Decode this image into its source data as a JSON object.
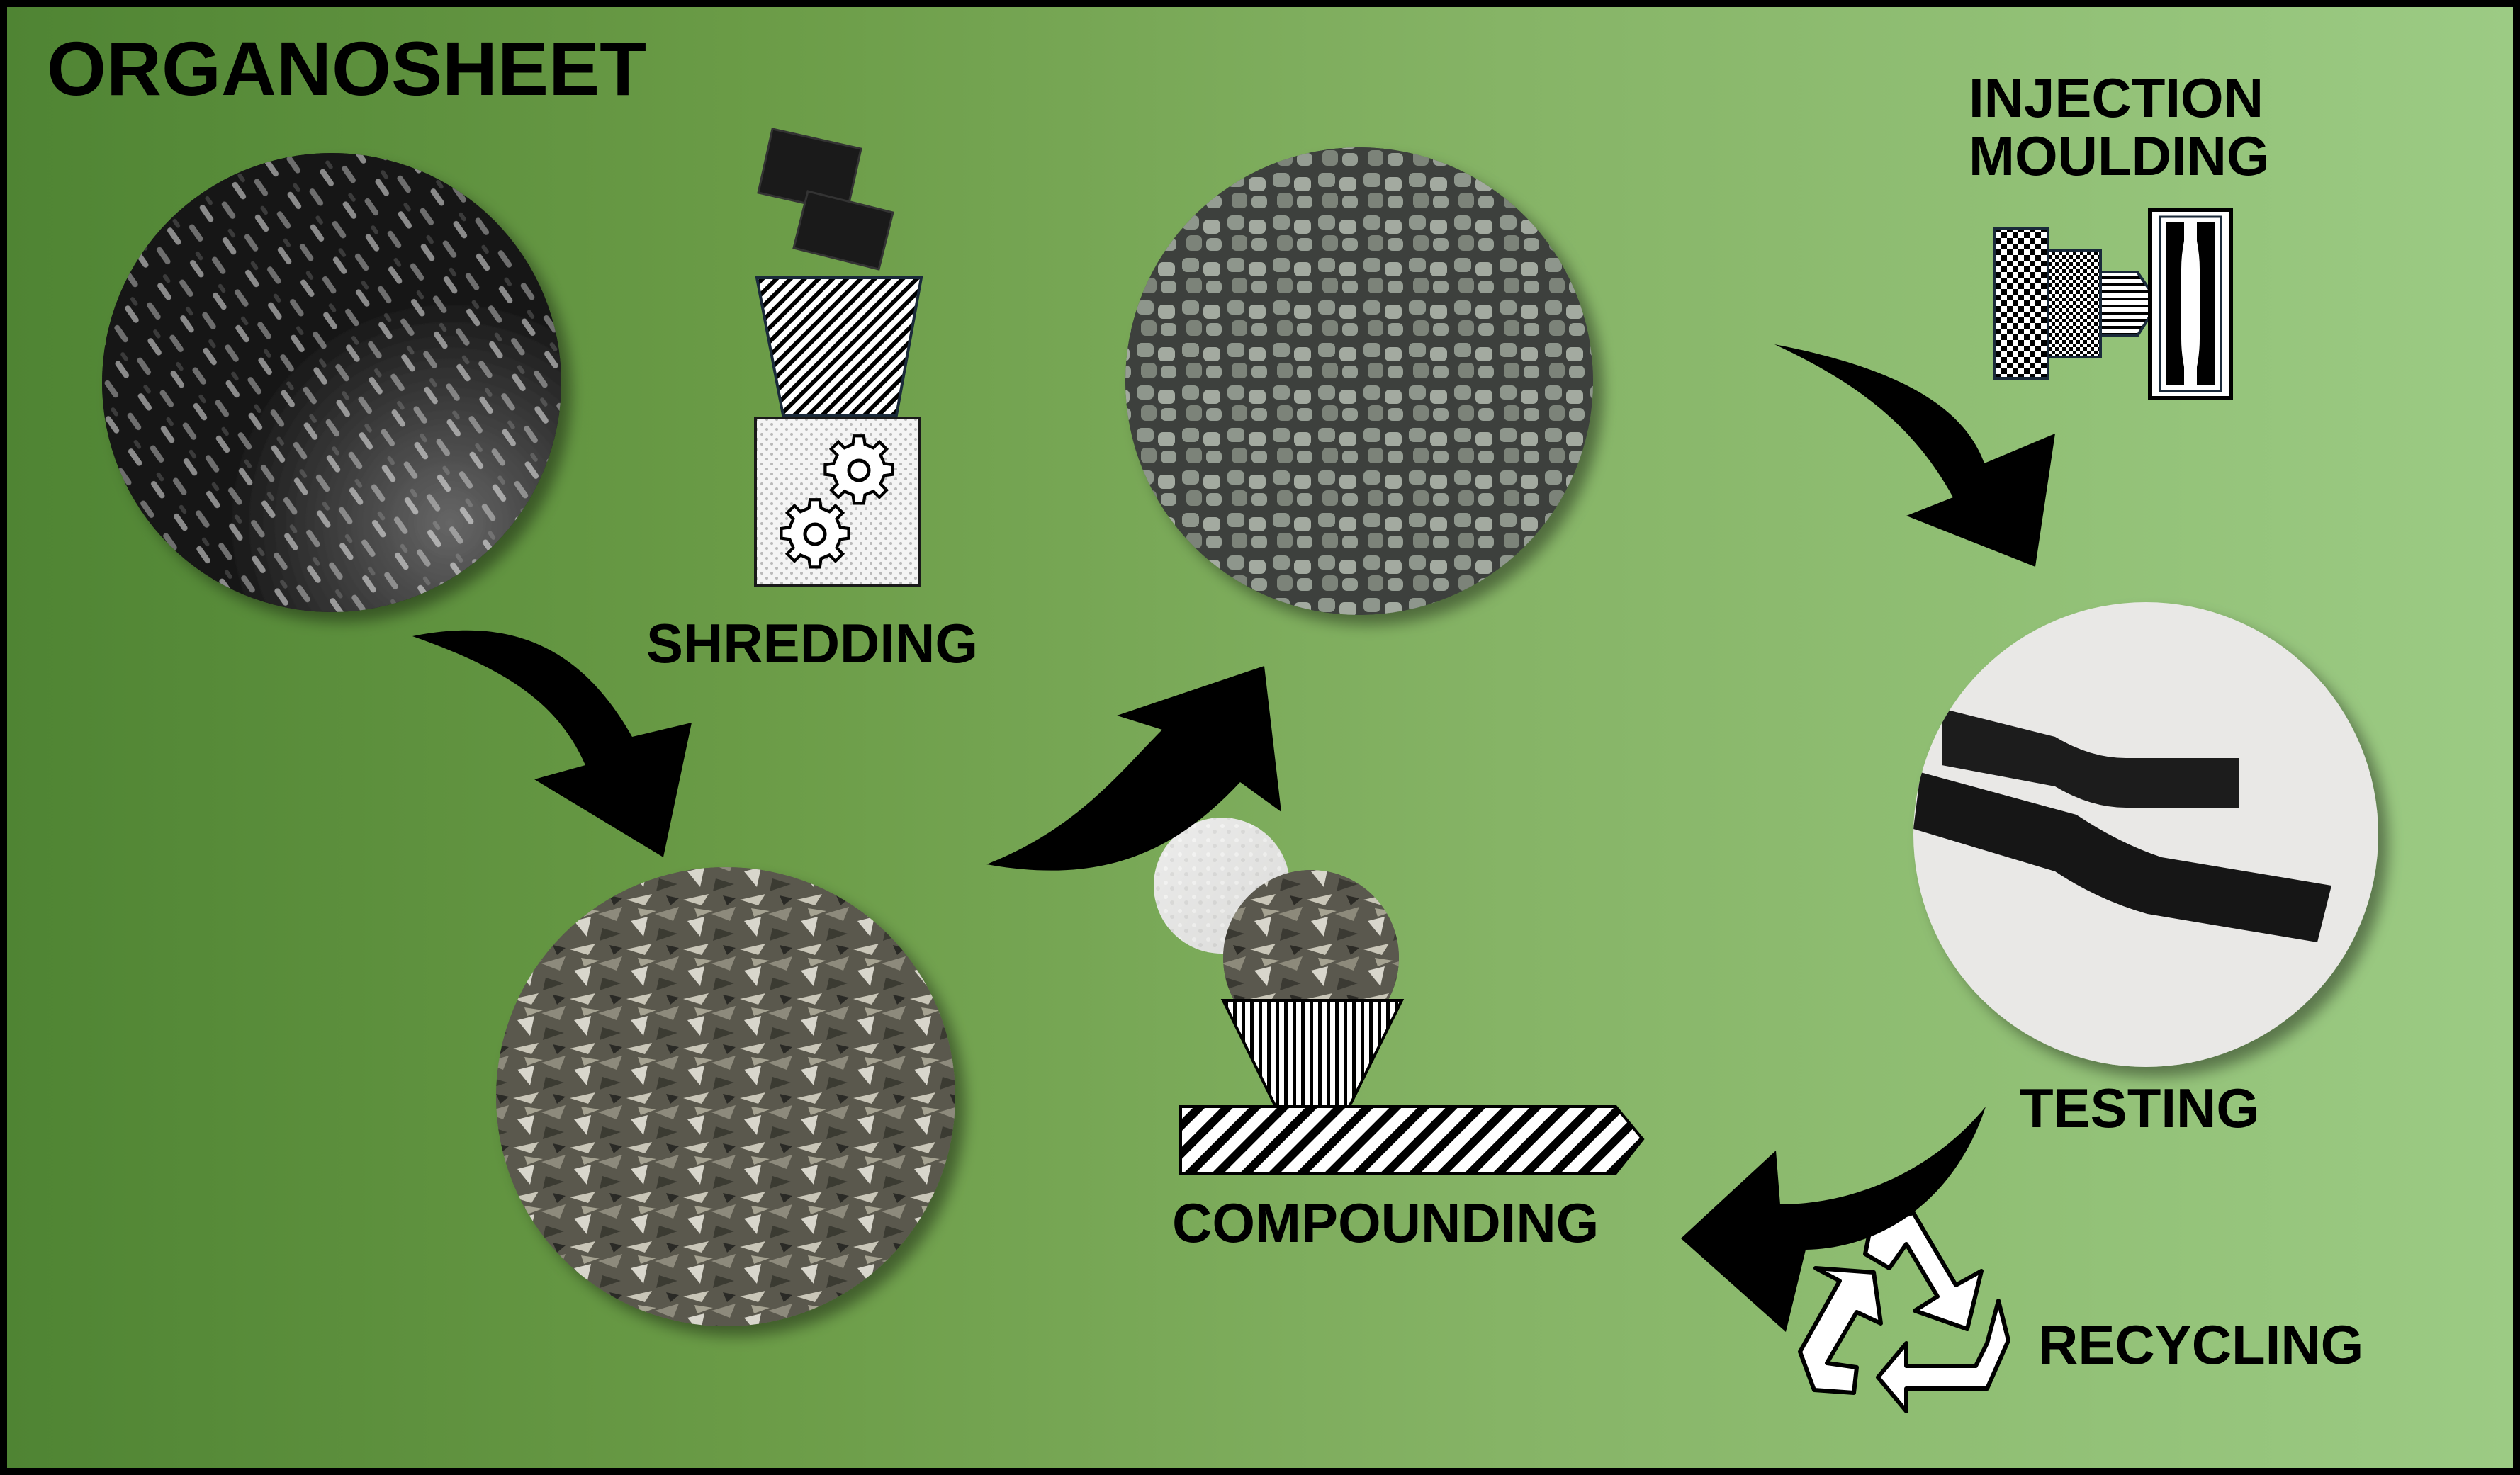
{
  "labels": {
    "organosheet": "ORGANOSHEET",
    "shredding": "SHREDDING",
    "injection_line1": "INJECTION",
    "injection_line2": "MOULDING",
    "testing": "TESTING",
    "compounding": "COMPOUNDING",
    "recycling": "RECYCLING"
  },
  "colors": {
    "background_left": "#4f8433",
    "background_right": "#9ccb84",
    "frame": "#000000",
    "arrow": "#000000"
  },
  "icons": {
    "shredder": "shredder-gears-icon",
    "extruder": "compounding-extruder-icon",
    "injection_machine": "injection-moulding-icon",
    "recycling": "recycling-symbol-icon"
  }
}
